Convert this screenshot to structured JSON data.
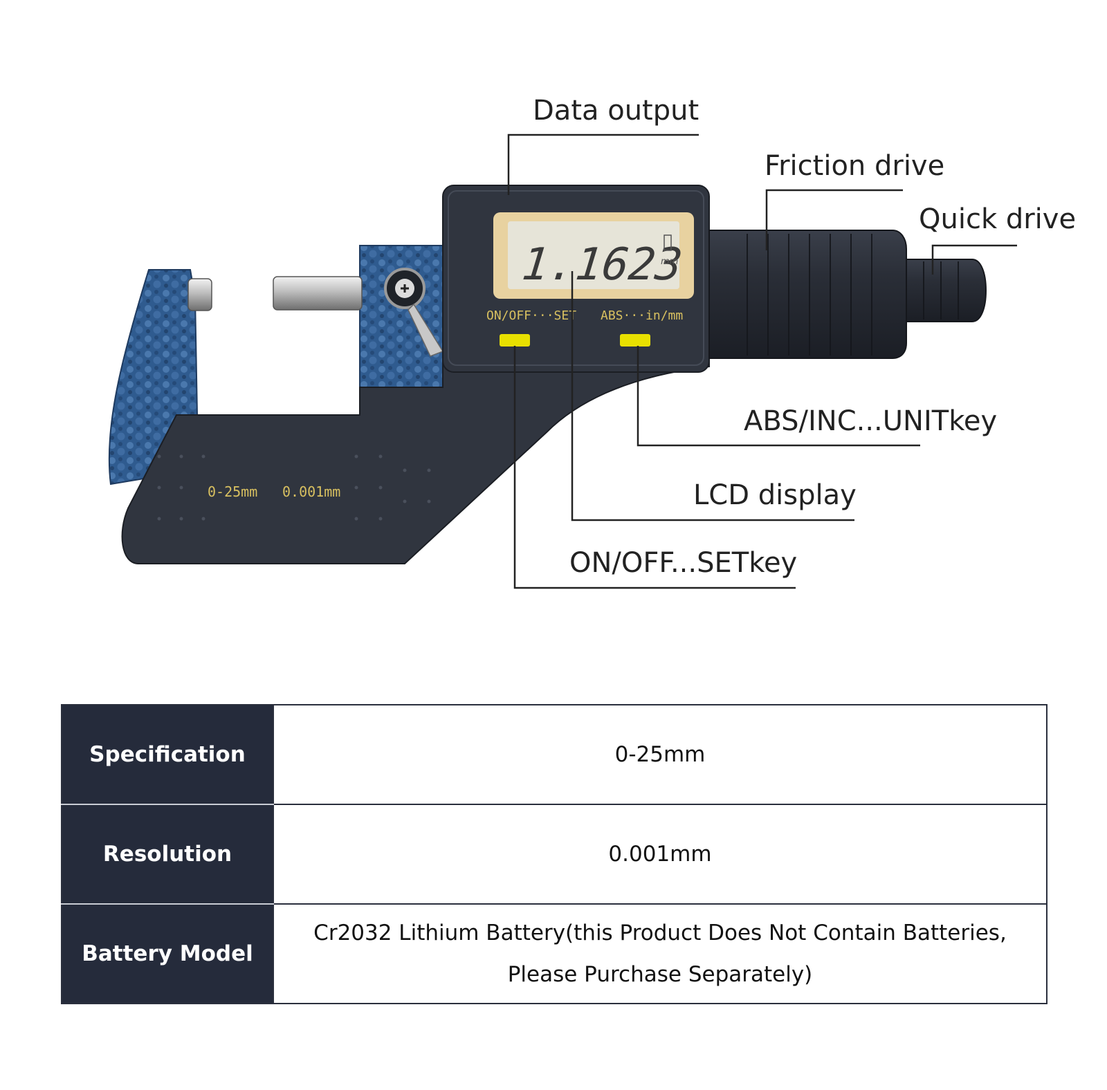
{
  "callouts": {
    "data_output": "Data output",
    "friction_drive": "Friction drive",
    "quick_drive": "Quick drive",
    "abs_inc_unit_key": "ABS/INC...UNITkey",
    "lcd_display": "LCD display",
    "on_off_set_key": "ON/OFF...SETkey"
  },
  "device": {
    "lcd_reading": "1.1623",
    "lcd_unit": "mm",
    "button_label_left": "ON/OFF···SET",
    "button_label_right": "ABS···in/mm",
    "range_marking": "0-25mm",
    "resolution_marking": "0.001mm",
    "colors": {
      "frame_blue": "#2f5b8f",
      "body_dark": "#2e3440",
      "lcd_bg": "#e6e4d8",
      "lcd_frame": "#e8d2a0",
      "button_yellow": "#e8e000",
      "label_gold": "#d8c060"
    }
  },
  "spec_table": {
    "rows": [
      {
        "label": "Specification",
        "value": "0-25mm"
      },
      {
        "label": "Resolution",
        "value": "0.001mm"
      },
      {
        "label": "Battery Model",
        "value": "Cr2032 Lithium Battery(this Product Does Not Contain Batteries, Please Purchase Separately)"
      }
    ]
  }
}
